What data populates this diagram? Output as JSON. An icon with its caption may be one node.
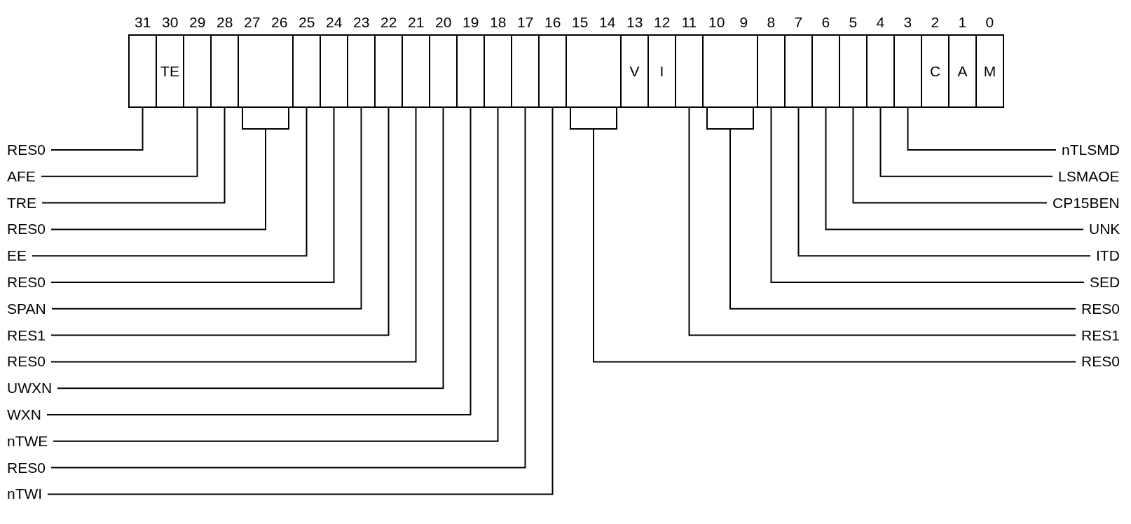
{
  "diagram": {
    "nodes": [
      {
        "text": [],
        "shape": "box",
        "beside": [
          "31"
        ]
      },
      {
        "text": [
          "TE"
        ],
        "beside": [
          "30"
        ]
      },
      {
        "text": [],
        "shape": "box",
        "beside": [
          "29"
        ]
      },
      {
        "text": [],
        "shape": "box",
        "beside": [
          "28"
        ]
      },
      {
        "text": [],
        "shape": "box",
        "beside": [
          "27",
          "26"
        ]
      },
      {
        "text": [],
        "shape": "box",
        "beside": [
          "25"
        ]
      },
      {
        "text": [],
        "shape": "box",
        "beside": [
          "24"
        ]
      },
      {
        "text": [],
        "shape": "box",
        "beside": [
          "23"
        ]
      },
      {
        "text": [],
        "shape": "box",
        "beside": [
          "22"
        ]
      },
      {
        "text": [],
        "shape": "box",
        "beside": [
          "21"
        ]
      },
      {
        "text": [],
        "shape": "box",
        "beside": [
          "20"
        ]
      },
      {
        "text": [],
        "shape": "box",
        "beside": [
          "19"
        ]
      },
      {
        "text": [],
        "shape": "box",
        "beside": [
          "18"
        ]
      },
      {
        "text": [],
        "shape": "box",
        "beside": [
          "17"
        ]
      },
      {
        "text": [],
        "shape": "box",
        "beside": [
          "16"
        ]
      },
      {
        "text": [],
        "shape": "box",
        "beside": [
          "15",
          "14"
        ]
      },
      {
        "text": [
          "V"
        ],
        "beside": [
          "13"
        ]
      },
      {
        "text": [
          "I"
        ],
        "beside": [
          "12"
        ]
      },
      {
        "text": [],
        "shape": "box",
        "beside": [
          "11"
        ]
      },
      {
        "text": [],
        "shape": "box",
        "beside": [
          "10",
          "9"
        ]
      },
      {
        "text": [],
        "shape": "box",
        "beside": [
          "8"
        ]
      },
      {
        "text": [],
        "shape": "box",
        "beside": [
          "7"
        ]
      },
      {
        "text": [],
        "shape": "box",
        "beside": [
          "6"
        ]
      },
      {
        "text": [],
        "shape": "box",
        "beside": [
          "5"
        ]
      },
      {
        "text": [],
        "shape": "box",
        "beside": [
          "4"
        ]
      },
      {
        "text": [],
        "shape": "box",
        "beside": [
          "3"
        ]
      },
      {
        "text": [
          "C"
        ],
        "beside": [
          "2"
        ]
      },
      {
        "text": [
          "A"
        ],
        "beside": [
          "1"
        ]
      },
      {
        "text": [
          "M"
        ],
        "beside": [
          "0"
        ]
      },
      {
        "text": [
          "RES0"
        ]
      },
      {
        "text": [
          "AFE"
        ]
      },
      {
        "text": [
          "TRE"
        ]
      },
      {
        "text": [
          "RES0"
        ]
      },
      {
        "text": [
          "EE"
        ]
      },
      {
        "text": [
          "RES0"
        ]
      },
      {
        "text": [
          "SPAN"
        ]
      },
      {
        "text": [
          "RES1"
        ]
      },
      {
        "text": [
          "RES0"
        ]
      },
      {
        "text": [
          "UWXN"
        ]
      },
      {
        "text": [
          "WXN"
        ]
      },
      {
        "text": [
          "nTWE"
        ]
      },
      {
        "text": [
          "RES0"
        ]
      },
      {
        "text": [
          "nTWI"
        ]
      },
      {
        "text": [
          "nTLSMD"
        ]
      },
      {
        "text": [
          "LSMAOE"
        ]
      },
      {
        "text": [
          "CP15BEN"
        ]
      },
      {
        "text": [
          "UNK"
        ]
      },
      {
        "text": [
          "ITD"
        ]
      },
      {
        "text": [
          "SED"
        ]
      },
      {
        "text": [
          "RES0"
        ]
      },
      {
        "text": [
          "RES1"
        ]
      },
      {
        "text": [
          "RES0"
        ]
      }
    ],
    "edges": [
      {
        "from": 29,
        "to": 0,
        "arrow": "none"
      },
      {
        "from": 30,
        "to": 2,
        "arrow": "none"
      },
      {
        "from": 31,
        "to": 3,
        "arrow": "none"
      },
      {
        "from": 32,
        "to": 4,
        "arrow": "none"
      },
      {
        "from": 33,
        "to": 5,
        "arrow": "none"
      },
      {
        "from": 34,
        "to": 6,
        "arrow": "none"
      },
      {
        "from": 35,
        "to": 7,
        "arrow": "none"
      },
      {
        "from": 36,
        "to": 8,
        "arrow": "none"
      },
      {
        "from": 37,
        "to": 9,
        "arrow": "none"
      },
      {
        "from": 38,
        "to": 10,
        "arrow": "none"
      },
      {
        "from": 39,
        "to": 11,
        "arrow": "none"
      },
      {
        "from": 40,
        "to": 12,
        "arrow": "none"
      },
      {
        "from": 41,
        "to": 13,
        "arrow": "none"
      },
      {
        "from": 42,
        "to": 14,
        "arrow": "none"
      },
      {
        "from": 43,
        "to": 25,
        "arrow": "none"
      },
      {
        "from": 44,
        "to": 24,
        "arrow": "none"
      },
      {
        "from": 45,
        "to": 23,
        "arrow": "none"
      },
      {
        "from": 46,
        "to": 22,
        "arrow": "none"
      },
      {
        "from": 47,
        "to": 21,
        "arrow": "none"
      },
      {
        "from": 48,
        "to": 20,
        "arrow": "none"
      },
      {
        "from": 49,
        "to": 19,
        "arrow": "none"
      },
      {
        "from": 50,
        "to": 18,
        "arrow": "none"
      },
      {
        "from": 51,
        "to": 15,
        "arrow": "none"
      }
    ]
  }
}
